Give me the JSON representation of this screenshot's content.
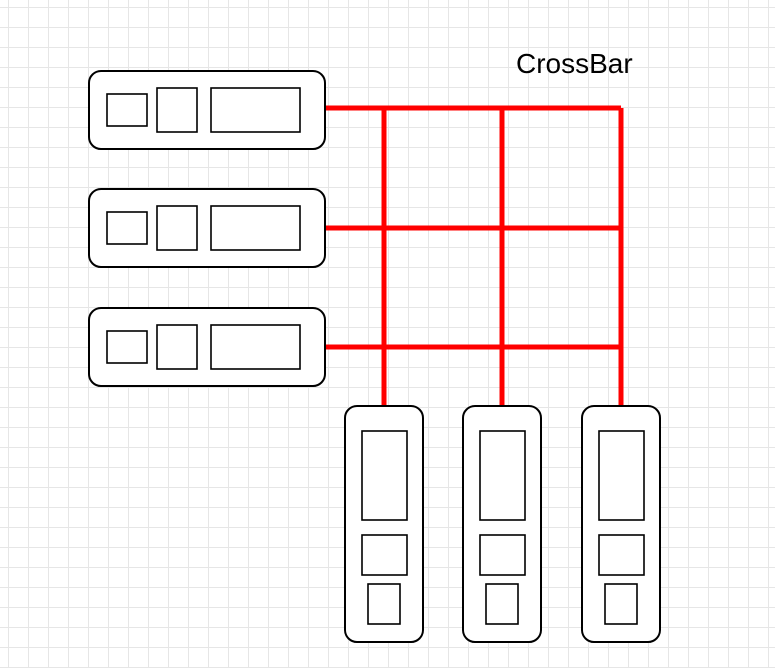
{
  "diagram": {
    "title": "CrossBar",
    "crossbar_color": "#ff0000",
    "line_color": "#000000",
    "background_color": "#ffffff",
    "grid_color": "#e6e6e6",
    "row_nodes": [
      {
        "id": "row-node-1"
      },
      {
        "id": "row-node-2"
      },
      {
        "id": "row-node-3"
      }
    ],
    "column_nodes": [
      {
        "id": "column-node-1"
      },
      {
        "id": "column-node-2"
      },
      {
        "id": "column-node-3"
      }
    ]
  }
}
